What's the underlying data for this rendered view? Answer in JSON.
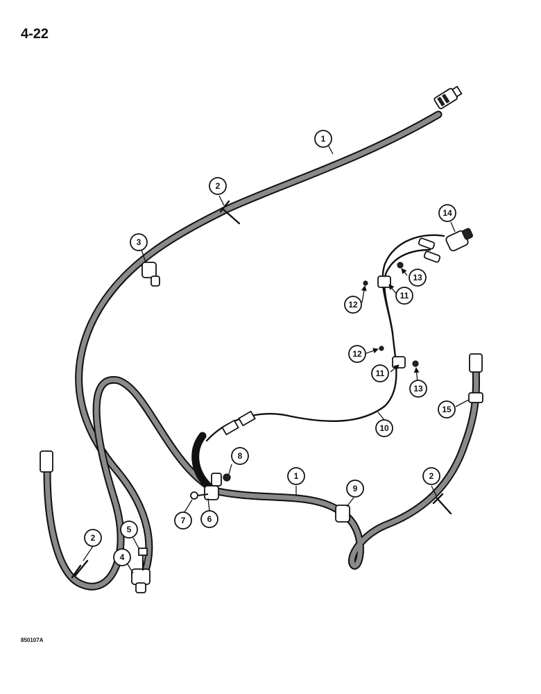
{
  "page_number": "4-22",
  "figure_code": "850107A",
  "callouts": [
    "1",
    "2",
    "3",
    "1",
    "2",
    "9",
    "6",
    "7",
    "8",
    "2",
    "5",
    "4",
    "10",
    "11",
    "12",
    "13",
    "11",
    "12",
    "13",
    "14",
    "15"
  ],
  "colors": {
    "ink": "#111111",
    "background": "#ffffff"
  }
}
